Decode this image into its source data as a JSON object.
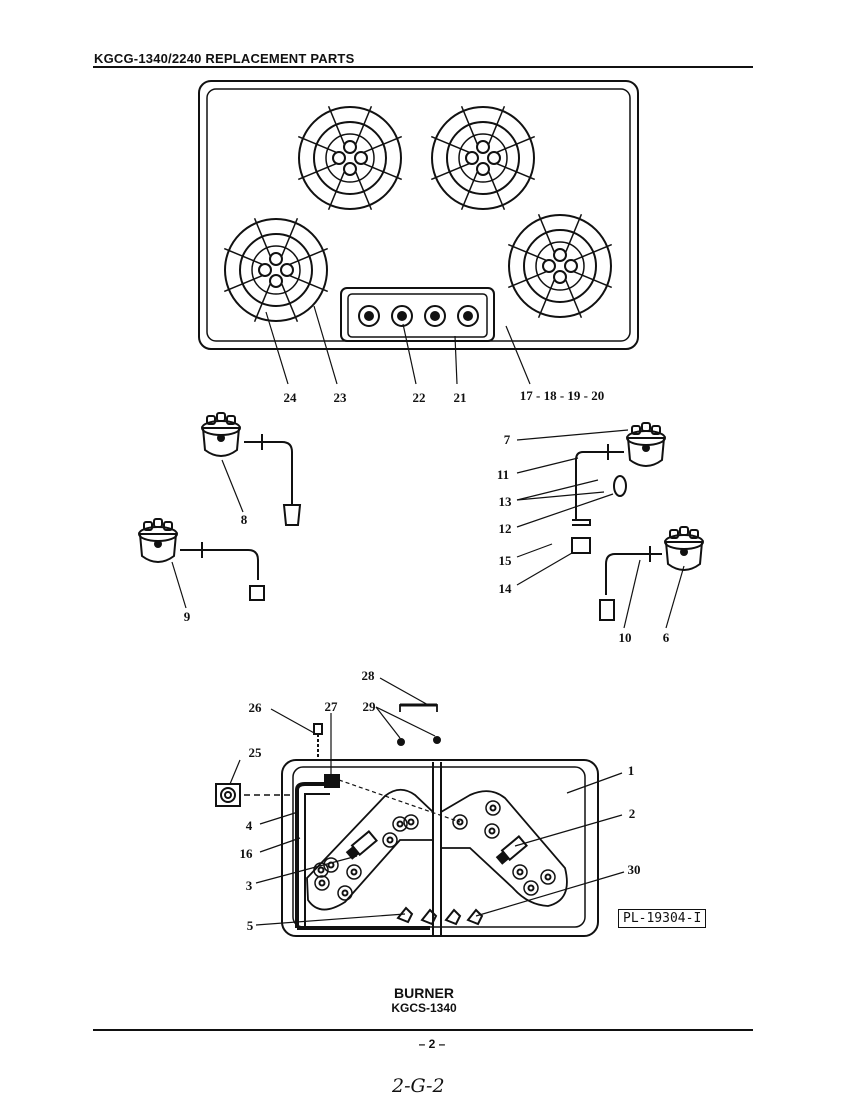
{
  "header": {
    "title": "KGCG-1340/2240 REPLACEMENT PARTS"
  },
  "cooktop_callouts": [
    "24",
    "23",
    "22",
    "21",
    "17 - 18 - 19 - 20"
  ],
  "burner_callouts": [
    "7",
    "11",
    "13",
    "12",
    "15",
    "14",
    "10",
    "6",
    "8",
    "9"
  ],
  "base_callouts": [
    "28",
    "26",
    "27",
    "29",
    "25",
    "1",
    "2",
    "4",
    "16",
    "3",
    "30",
    "5"
  ],
  "plate_id": "PL-19304-I",
  "caption": {
    "title": "BURNER",
    "model": "KGCS-1340"
  },
  "page_number": "– 2 –",
  "handwritten_note": "2-G-2"
}
